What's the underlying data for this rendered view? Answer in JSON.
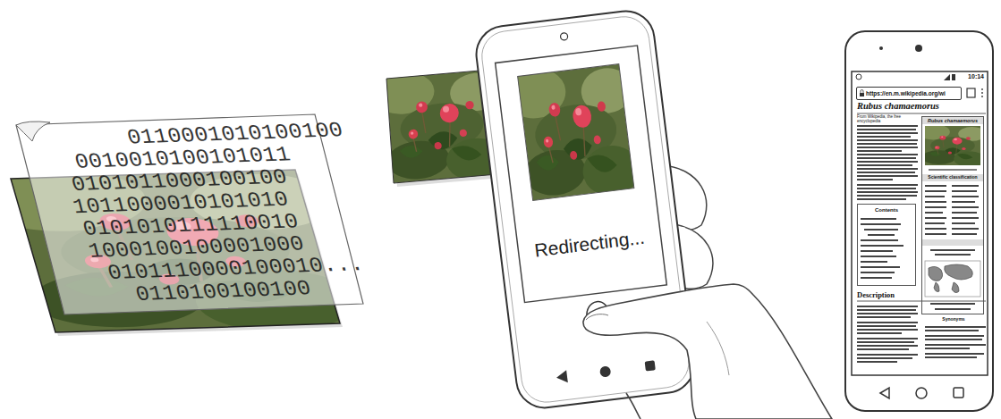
{
  "diagram": {
    "nodes": [
      {
        "text": [
          "Redirecting..."
        ]
      },
      {
        "text": [
          "10:14",
          "Rubus chamaemorus",
          "From Wikipedia, the free encyclopedia",
          "Description",
          "Synonyms"
        ]
      },
      {
        "text": [
          "https://en.m.wikipedia.org/wi"
        ],
        "in": 1
      },
      {
        "text": [
          "Rubus chamaemorus",
          "Scientific classification"
        ],
        "in": 1
      },
      {
        "text": [
          "Contents"
        ],
        "in": 1
      }
    ],
    "labels": [
      "0110001010100100",
      "0010010100101011",
      "0101011000100100",
      "1011000010101010",
      "0101010111110010",
      "1000100100001000",
      "0101110000100010...",
      "0110100100100"
    ]
  }
}
